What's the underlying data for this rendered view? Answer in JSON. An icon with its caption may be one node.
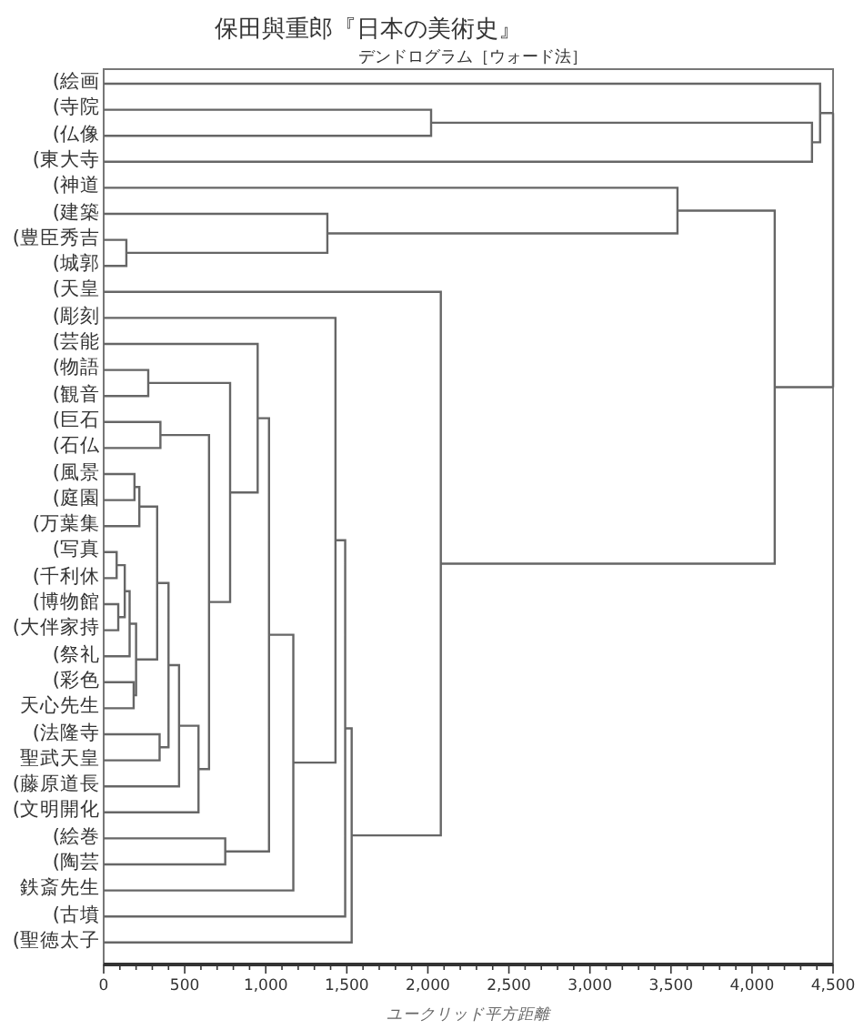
{
  "diagram": {
    "title": "保田與重郎『日本の美術史』",
    "labels": [
      "デンドログラム［ウォード法］",
      "(絵画",
      "(寺院",
      "(仏像",
      "(東大寺",
      "(神道",
      "(建築",
      "(豊臣秀吉",
      "(城郭",
      "(天皇",
      "(彫刻",
      "(芸能",
      "(物語",
      "(観音",
      "(巨石",
      "(石仏",
      "(風景",
      "(庭園",
      "(万葉集",
      "(写真",
      "(千利休",
      "(博物館",
      "(大伴家持",
      "(祭礼",
      "(彩色",
      "天心先生",
      "(法隆寺",
      "聖武天皇",
      "(藤原道長",
      "(文明開化",
      "(絵巻",
      "(陶芸",
      "鉄斎先生",
      "(古墳",
      "(聖徳太子",
      "0",
      "500",
      "1,000",
      "1,500",
      "2,000",
      "2,500",
      "3,000",
      "3,500",
      "4,000",
      "4,500",
      "ユークリッド平方距離"
    ]
  }
}
